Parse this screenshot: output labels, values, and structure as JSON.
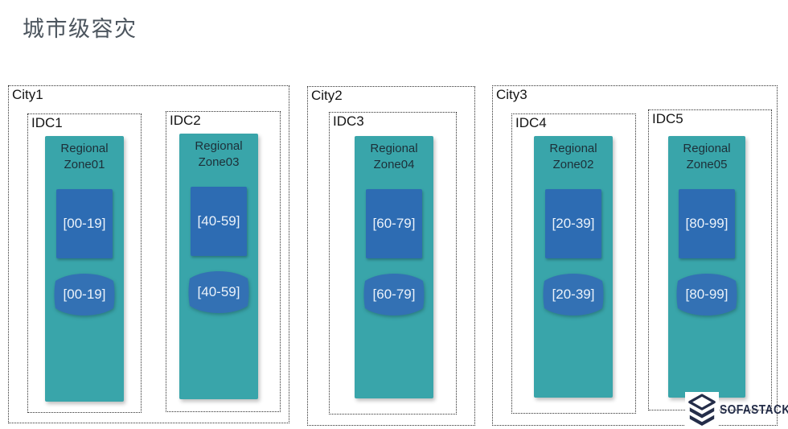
{
  "page_title": "城市级容灾",
  "colors": {
    "zone_teal": "#39a5aa",
    "shard_blue": "#2d6cb3",
    "cylinder_blue": "#3371b4",
    "shard_text": "#ebf2fa",
    "zone_name_text": "#1d2f38",
    "box_border": "#2f2f2f",
    "title_text": "#4c555e",
    "logo_navy": "#242d49"
  },
  "cities": [
    {
      "label": "City1",
      "idcs": [
        {
          "label": "IDC1",
          "zone": {
            "name": "Regional Zone01",
            "range": "[00-19]"
          }
        },
        {
          "label": "IDC2",
          "zone": {
            "name": "Regional Zone03",
            "range": "[40-59]"
          }
        }
      ]
    },
    {
      "label": "City2",
      "idcs": [
        {
          "label": "IDC3",
          "zone": {
            "name": "Regional Zone04",
            "range": "[60-79]"
          }
        }
      ]
    },
    {
      "label": "City3",
      "idcs": [
        {
          "label": "IDC4",
          "zone": {
            "name": "Regional Zone02",
            "range": "[20-39]"
          }
        },
        {
          "label": "IDC5",
          "zone": {
            "name": "Regional Zone05",
            "range": "[80-99]"
          }
        }
      ]
    }
  ],
  "logo": {
    "text": "SOFASTACK",
    "icon": "sofastack-stack-icon"
  }
}
